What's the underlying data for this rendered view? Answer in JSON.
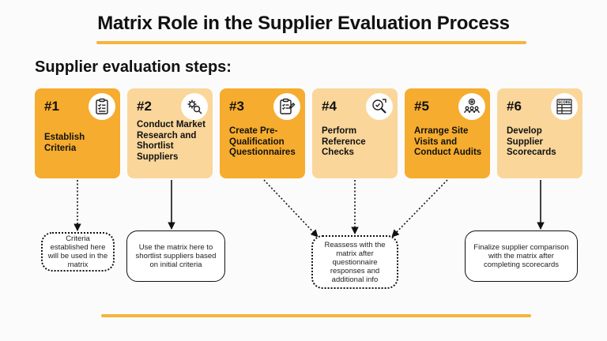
{
  "title": "Matrix Role in the Supplier Evaluation Process",
  "subtitle": "Supplier evaluation steps:",
  "colors": {
    "accent": "#f5b53c",
    "step_dark": "#f6ac2e",
    "step_light": "#fad69a"
  },
  "steps": [
    {
      "number": "#1",
      "label": "Establish Criteria",
      "icon": "checklist-clipboard-icon"
    },
    {
      "number": "#2",
      "label": "Conduct Market Research and Shortlist Suppliers",
      "icon": "research-gears-icon"
    },
    {
      "number": "#3",
      "label": "Create Pre-Qualification Questionnaires",
      "icon": "questionnaire-clipboard-icon"
    },
    {
      "number": "#4",
      "label": "Perform Reference Checks",
      "icon": "magnifier-check-icon"
    },
    {
      "number": "#5",
      "label": "Arrange Site Visits and Conduct Audits",
      "icon": "team-audit-icon"
    },
    {
      "number": "#6",
      "label": "Develop Supplier Scorecards",
      "icon": "scorecard-icon"
    }
  ],
  "score_icon_text": "SCORE",
  "notes": [
    {
      "text": "Criteria established here will be used in the matrix"
    },
    {
      "text": "Use the matrix here to shortlist suppliers based on initial criteria"
    },
    {
      "text": "Reassess with the matrix after questionnaire responses and additional info"
    },
    {
      "text": "Finalize supplier comparison with the matrix after completing scorecards"
    }
  ]
}
